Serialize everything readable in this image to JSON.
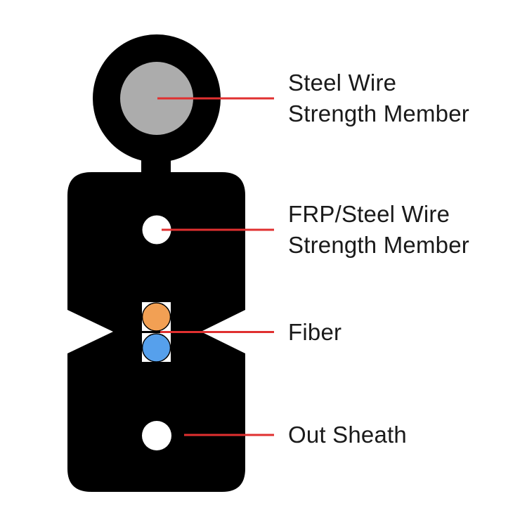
{
  "labels": {
    "steel_wire": {
      "line1": "Steel Wire",
      "line2": "Strength Member"
    },
    "frp": {
      "line1": "FRP/Steel Wire",
      "line2": "Strength Member"
    },
    "fiber": {
      "line1": "Fiber"
    },
    "out_sheath": {
      "line1": "Out Sheath"
    }
  },
  "colors": {
    "sheath_black": "#000000",
    "steel_wire_gray": "#acacac",
    "hole_white": "#ffffff",
    "fiber_unit_white": "#ffffff",
    "fiber_orange": "#f2a054",
    "fiber_blue": "#56a0ec",
    "leader_line_red": "#e03030",
    "text": "#1a1a1a"
  }
}
